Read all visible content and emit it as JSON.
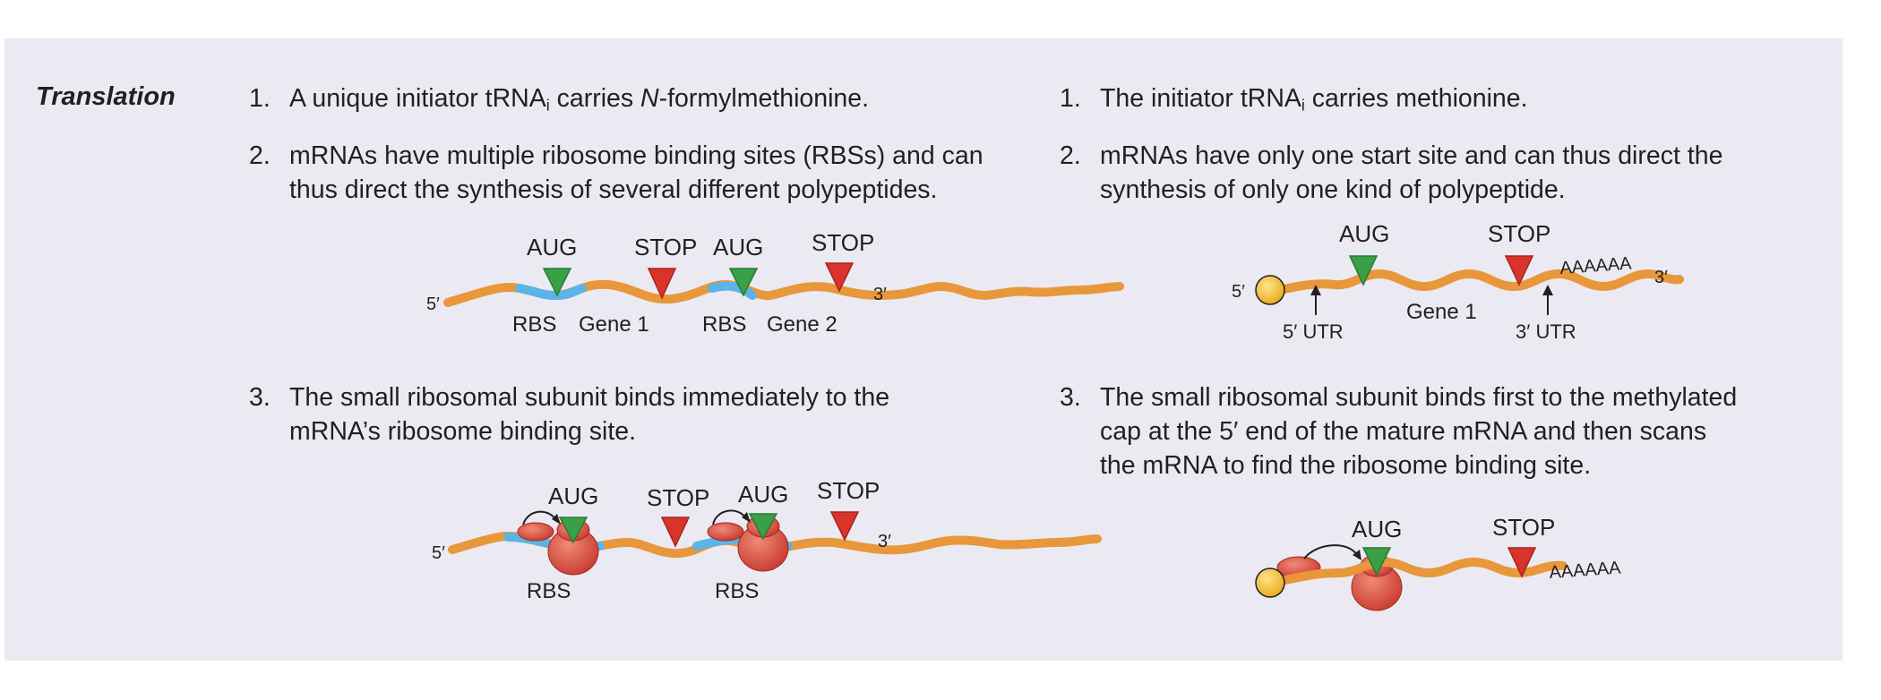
{
  "section_label": "Translation",
  "left_column": {
    "item1": {
      "number": "1.",
      "before": "A unique initiator tRNA",
      "subscript": "i",
      "mid": " carries ",
      "italic": "N",
      "after": "-formylmethionine."
    },
    "item2": {
      "number": "2.",
      "line1": "mRNAs have multiple ribosome binding sites (RBSs) and can",
      "line2": "thus direct the synthesis of several different polypeptides."
    },
    "item3": {
      "number": "3.",
      "line1": "The small ribosomal subunit binds immediately to the",
      "line2": "mRNA’s ribosome binding site."
    },
    "diagram1": {
      "aug_1": "AUG",
      "stop_1": "STOP",
      "aug_2": "AUG",
      "stop_2": "STOP",
      "five_prime": "5′",
      "three_prime": "3′",
      "rbs_1": "RBS",
      "gene_1": "Gene 1",
      "rbs_2": "RBS",
      "gene_2": "Gene 2"
    },
    "diagram2": {
      "aug_1": "AUG",
      "stop_1": "STOP",
      "aug_2": "AUG",
      "stop_2": "STOP",
      "five_prime": "5′",
      "three_prime": "3′",
      "rbs_1": "RBS",
      "rbs_2": "RBS"
    }
  },
  "right_column": {
    "item1": {
      "number": "1.",
      "before": "The initiator tRNA",
      "subscript": "i",
      "after": " carries methionine."
    },
    "item2": {
      "number": "2.",
      "line1": "mRNAs have only one start site and can thus direct the",
      "line2": "synthesis of only one kind of polypeptide."
    },
    "item3": {
      "number": "3.",
      "line1": "The small ribosomal subunit binds first to the methylated",
      "line2": "cap at the 5′ end of the mature mRNA and then scans",
      "line3": "the mRNA to find the ribosome binding site."
    },
    "diagram1": {
      "aug": "AUG",
      "stop": "STOP",
      "five_prime": "5′",
      "poly_a": "AAAAAA",
      "three_prime": "3′",
      "utr5": "5′ UTR",
      "gene": "Gene 1",
      "utr3": "3′ UTR"
    },
    "diagram2": {
      "aug": "AUG",
      "stop": "STOP",
      "poly_a": "AAAAAA"
    }
  },
  "colors": {
    "panel": "#ebeaf3",
    "mrna": "#e8973a",
    "rbs": "#5bb4e5",
    "start_triangle": "#3aa047",
    "stop_triangle": "#d9342b",
    "ribosome": "#d9544a",
    "cap": "#f7c325"
  }
}
